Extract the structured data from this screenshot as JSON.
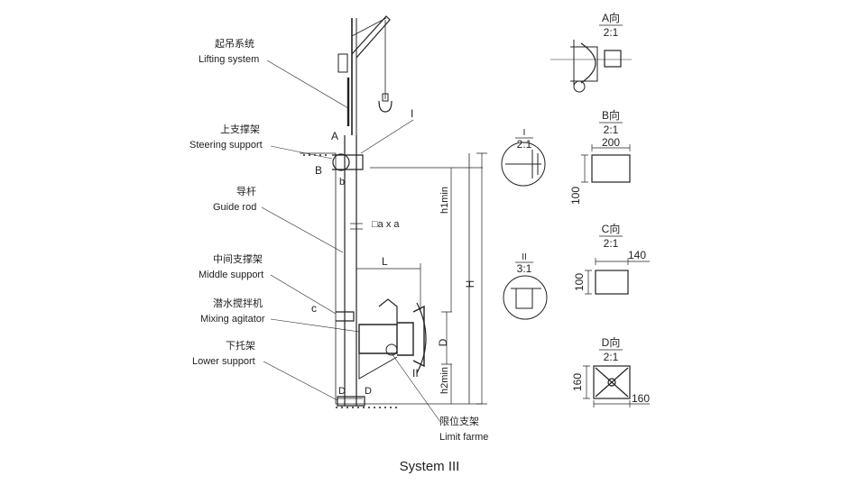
{
  "labels": {
    "lifting_system_cn": "起吊系统",
    "lifting_system_en": "Lifting system",
    "steering_support_cn": "上支撑架",
    "steering_support_en": "Steering support",
    "guide_rod_cn": "导杆",
    "guide_rod_en": "Guide rod",
    "middle_support_cn": "中间支撑架",
    "middle_support_en": "Middle support",
    "mixing_agitator_cn": "潜水搅拌机",
    "mixing_agitator_en": "Mixing agitator",
    "lower_support_cn": "下托架",
    "lower_support_en": "Lower support",
    "limit_frame_cn": "限位支架",
    "limit_frame_en": "Limit farme"
  },
  "dims": {
    "A": "A",
    "B": "B",
    "b": "b",
    "c": "c",
    "axa": "□a x a",
    "L": "L",
    "H": "H",
    "D": "D",
    "h1": "h1min",
    "h2": "h2min",
    "I": "I",
    "II": "II",
    "D_left": "D",
    "D_right": "D"
  },
  "details": {
    "A": {
      "title": "A向",
      "scale": "2:1"
    },
    "I": {
      "title": "I",
      "scale": "2:1"
    },
    "B": {
      "title": "B向",
      "scale": "2:1",
      "dim_w": "200",
      "dim_h": "100"
    },
    "II": {
      "title": "II",
      "scale": "3:1"
    },
    "C": {
      "title": "C向",
      "scale": "2:1",
      "dim_w": "140",
      "dim_h": "100"
    },
    "Dv": {
      "title": "D向",
      "scale": "2:1",
      "dim_w": "160",
      "dim_h": "160"
    }
  },
  "caption": "System III"
}
